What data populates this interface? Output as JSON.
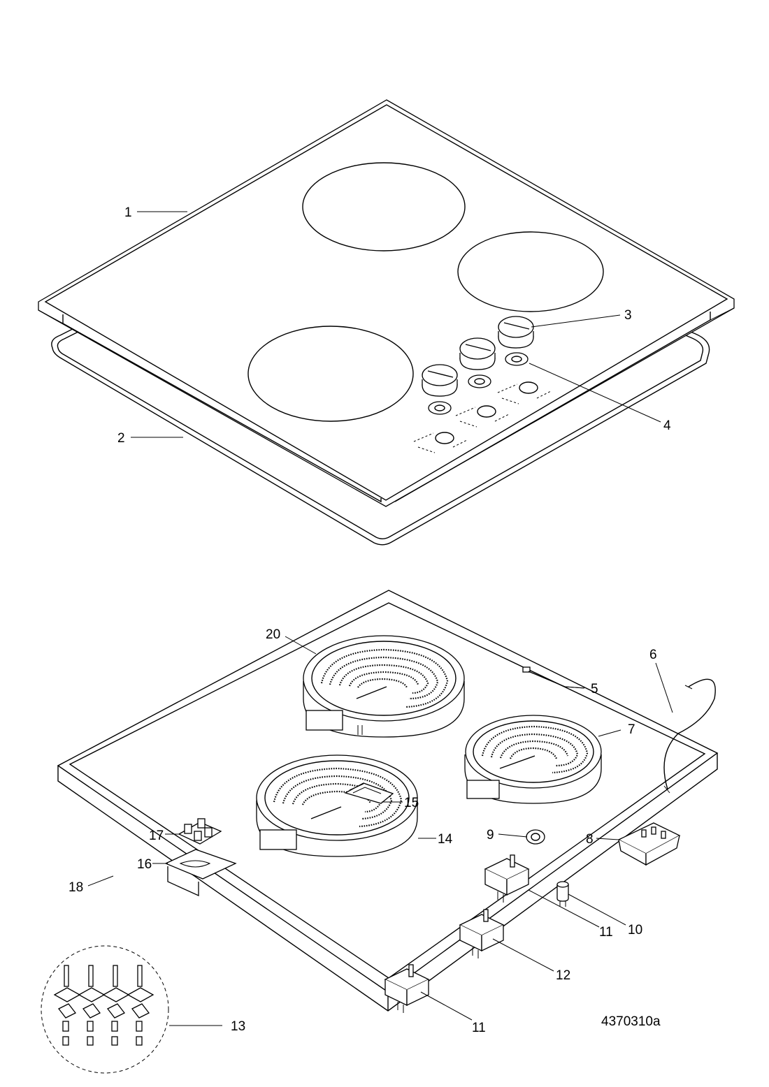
{
  "diagram": {
    "doc_number": "4370310a",
    "callouts": {
      "p1": "1",
      "p2": "2",
      "p3": "3",
      "p4": "4",
      "p5": "5",
      "p6": "6",
      "p7": "7",
      "p8": "8",
      "p9": "9",
      "p10": "10",
      "p11a": "11",
      "p11b": "11",
      "p12": "12",
      "p13": "13",
      "p14": "14",
      "p15": "15",
      "p16": "16",
      "p17": "17",
      "p18": "18",
      "p20": "20"
    }
  }
}
